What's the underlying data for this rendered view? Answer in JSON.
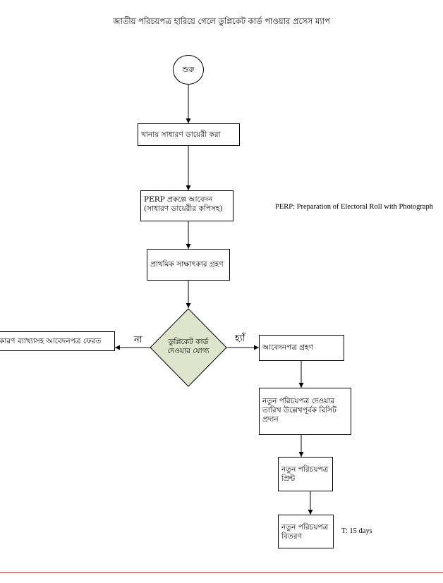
{
  "title": "জাতীয় পরিচয়পত্র হারিয়ে গেলে ডুপ্লিকেট কার্ড পাওয়ার প্রসেস ম্যাপ",
  "nodes": {
    "start": "শুরু",
    "gd": "থানায় সাধারণ ডায়েরী করা",
    "apply_line1": "PERP প্রকল্পে আবেদন",
    "apply_line2": "(সাধারণ ডায়েরীর কপিসহ)",
    "interview": "প্রাথমিক সাক্ষাৎকার গ্রহণ",
    "decision_line1": "ডুপ্লিকেট কার্ড",
    "decision_line2": "দেওয়ার যোগ্য",
    "reject": "কারণ ব্যাখ্যাসহ আবেদনপত্র ফেরত",
    "accept": "আবেদনপত্র গ্রহণ",
    "receipt_line1": "নতুন পরিচয়পত্র দেওয়ার",
    "receipt_line2": "তারিখ উল্লেখপূর্বক রিসিট",
    "receipt_line3": "প্রদান",
    "print_line1": "নতুন পরিচয়পত্র",
    "print_line2": "প্রিন্ট",
    "distribute_line1": "নতুন পরিচয়পত্র",
    "distribute_line2": "বিতরণ"
  },
  "edge_labels": {
    "no": "না",
    "yes": "হ্যাঁ"
  },
  "notes": {
    "perp": "PERP: Preparation of Electoral Roll with Photograph",
    "time": "T: 15 days"
  },
  "colors": {
    "decision_fill": "#dde6cc",
    "footer_line": "#b04040"
  }
}
